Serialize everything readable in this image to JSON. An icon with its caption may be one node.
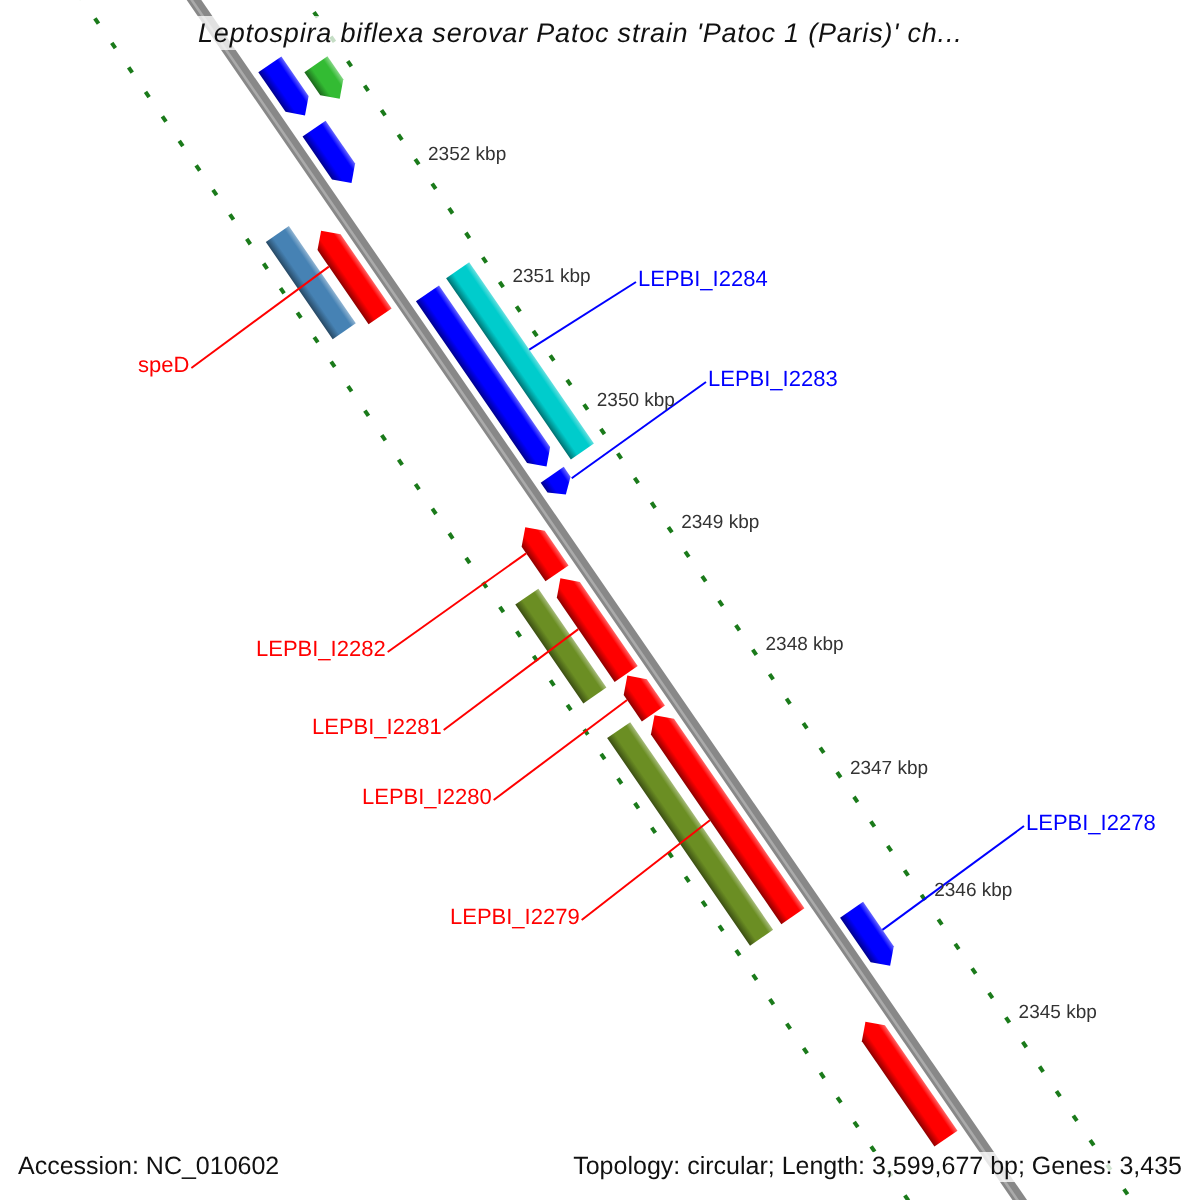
{
  "diagram": {
    "title": "Leptospira biflexa serovar Patoc strain 'Patoc 1 (Paris)' ch...",
    "nodes": [
      {
        "text": [],
        "shape": "arrow"
      },
      {
        "text": [],
        "shape": "arrow"
      },
      {
        "text": [],
        "shape": "arrow"
      },
      {
        "text": [],
        "shape": "arrow"
      },
      {
        "text": [],
        "shape": "bar"
      },
      {
        "text": [
          "LEPBI_I2284"
        ]
      },
      {
        "text": [],
        "shape": "bar"
      },
      {
        "text": [],
        "shape": "arrow"
      },
      {
        "text": [
          "speD"
        ]
      },
      {
        "text": [
          "LEPBI_I2283"
        ]
      },
      {
        "text": [],
        "shape": "arrow"
      },
      {
        "text": [],
        "shape": "arrow"
      },
      {
        "text": [],
        "shape": "arrow"
      },
      {
        "text": [],
        "shape": "bar"
      },
      {
        "text": [
          "LEPBI_I2282"
        ]
      },
      {
        "text": [],
        "shape": "arrow"
      },
      {
        "text": [
          "LEPBI_I2281"
        ]
      },
      {
        "text": [],
        "shape": "arrow"
      },
      {
        "text": [],
        "shape": "bar"
      },
      {
        "text": [
          "LEPBI_I2280"
        ]
      },
      {
        "text": [
          "LEPBI_I2278"
        ]
      },
      {
        "text": [],
        "shape": "arrow"
      },
      {
        "text": [
          "LEPBI_I2279"
        ]
      },
      {
        "text": [],
        "shape": "arrow"
      }
    ],
    "edges": [
      {
        "from": 5,
        "to": 6,
        "arrow": "none",
        "color": "#0000ff"
      },
      {
        "from": 8,
        "to": 3,
        "arrow": "none"
      },
      {
        "from": 9,
        "to": 10,
        "arrow": "none",
        "color": "#0000ff"
      },
      {
        "from": 14,
        "to": 11,
        "arrow": "none"
      },
      {
        "from": 16,
        "to": 12,
        "arrow": "none"
      },
      {
        "from": 19,
        "to": 15,
        "arrow": "none"
      },
      {
        "from": 20,
        "to": 21,
        "arrow": "none",
        "color": "#0000ff"
      },
      {
        "from": 22,
        "to": 17,
        "arrow": "none"
      }
    ],
    "labels": [
      "2352 kbp",
      "2351 kbp",
      "2350 kbp",
      "2349 kbp",
      "2348 kbp",
      "2347 kbp",
      "2346 kbp",
      "2345 kbp",
      "Accession: NC_010602",
      "Topology: circular; Length: 3,599,677 bp; Genes: 3,435"
    ]
  }
}
